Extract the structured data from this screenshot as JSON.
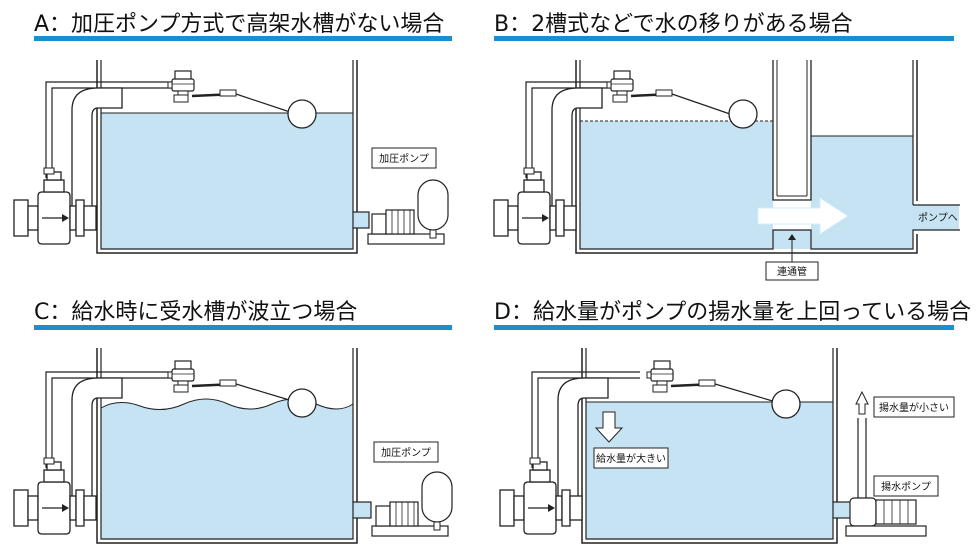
{
  "panels": {
    "a": {
      "title": "A：加圧ポンプ方式で高架水槽がない場合",
      "pump_label": "加圧ポンプ"
    },
    "b": {
      "title": "B：2槽式などで水の移りがある場合",
      "pump_arrow_label": "ポンプへ",
      "channel_label": "連通管"
    },
    "c": {
      "title": "C：給水時に受水槽が波立つ場合",
      "pump_label": "加圧ポンプ"
    },
    "d": {
      "title": "D：給水量がポンプの揚水量を上回っている場合",
      "supply_label": "給水量が大きい",
      "pump_out_label": "揚水量が小さい",
      "pump_label": "揚水ポンプ"
    }
  },
  "colors": {
    "accent_rule": "#1a8fd0",
    "water": "#c6e3f3",
    "arrow": "#d6ecf8"
  }
}
